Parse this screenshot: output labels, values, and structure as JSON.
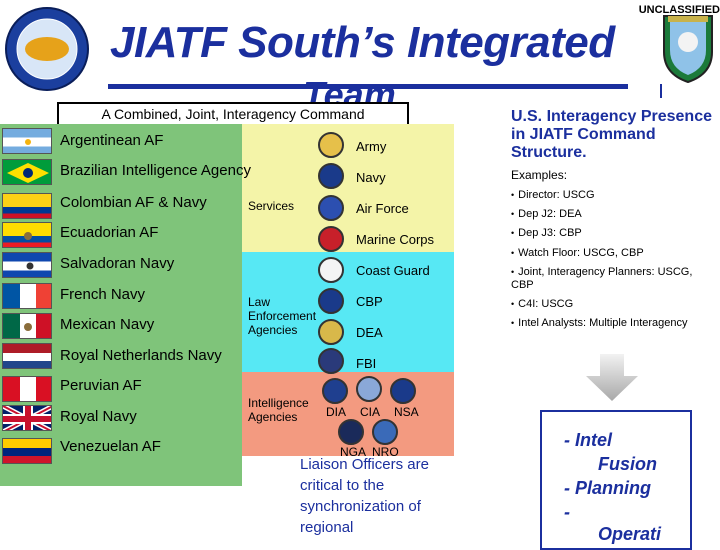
{
  "header": {
    "title_line1": "JIATF South’s Integrated",
    "title_line2": "Team",
    "classification": "UNCLASSIFIED",
    "subtitle": "A Combined, Joint, Interagency Command"
  },
  "logos": {
    "left_emblem": "jiatf-seal-icon",
    "right_emblem": "southcom-seal-icon"
  },
  "partners": [
    {
      "label": "Argentinean AF",
      "flag": "argentina-flag-icon"
    },
    {
      "label": "Brazilian Intelligence Agency",
      "flag": "brazil-flag-icon"
    },
    {
      "label": "Colombian AF & Navy",
      "flag": "colombia-flag-icon"
    },
    {
      "label": "Ecuadorian AF",
      "flag": "ecuador-flag-icon"
    },
    {
      "label": "Salvadoran Navy",
      "flag": "el-salvador-flag-icon"
    },
    {
      "label": "French Navy",
      "flag": "france-flag-icon"
    },
    {
      "label": "Mexican Navy",
      "flag": "mexico-flag-icon"
    },
    {
      "label": "Royal Netherlands Navy",
      "flag": "netherlands-flag-icon"
    },
    {
      "label": "Peruvian AF",
      "flag": "peru-flag-icon"
    },
    {
      "label": "Royal Navy",
      "flag": "uk-flag-icon"
    },
    {
      "label": "Venezuelan AF",
      "flag": "venezuela-flag-icon"
    }
  ],
  "groups": {
    "services": "Services",
    "law_enforcement": "Law Enforcement Agencies",
    "intelligence": "Intelligence Agencies"
  },
  "services": [
    {
      "label": "Army",
      "seal": "army-seal-icon"
    },
    {
      "label": "Navy",
      "seal": "navy-seal-icon"
    },
    {
      "label": "Air Force",
      "seal": "air-force-seal-icon"
    },
    {
      "label": "Marine Corps",
      "seal": "marine-corps-seal-icon"
    },
    {
      "label": "Coast Guard",
      "seal": "coast-guard-seal-icon"
    }
  ],
  "law_enforcement": [
    {
      "label": "CBP",
      "seal": "cbp-seal-icon"
    },
    {
      "label": "DEA",
      "seal": "dea-seal-icon"
    },
    {
      "label": "FBI",
      "seal": "fbi-seal-icon"
    }
  ],
  "intelligence": [
    {
      "label": "DIA",
      "seal": "dia-seal-icon"
    },
    {
      "label": "CIA",
      "seal": "cia-seal-icon"
    },
    {
      "label": "NSA",
      "seal": "nsa-seal-icon"
    },
    {
      "label": "NGA",
      "seal": "nga-seal-icon"
    },
    {
      "label": "NRO",
      "seal": "nro-seal-icon"
    }
  ],
  "right_panel": {
    "heading": "U.S. Interagency Presence in JIATF Command Structure.",
    "examples_label": "Examples:",
    "examples": [
      "Director: USCG",
      "Dep J2: DEA",
      "Dep J3: CBP",
      "Watch Floor: USCG, CBP",
      "Joint, Interagency Planners: USCG, CBP",
      "C4I: USCG",
      "Intel Analysts: Multiple Interagency"
    ]
  },
  "liaison": "Liaison Officers are critical to the synchronization of regional",
  "fusion": {
    "line1": "- Intel",
    "line2": "Fusion",
    "line3": "- Planning",
    "line4": "-",
    "line5": "Operati"
  },
  "colors": {
    "title_blue": "#1b2f9e",
    "green_panel": "#7fc47a",
    "yellow_panel": "#f4f4a8",
    "cyan_panel": "#57e8f4",
    "salmon_panel": "#f39a80"
  }
}
